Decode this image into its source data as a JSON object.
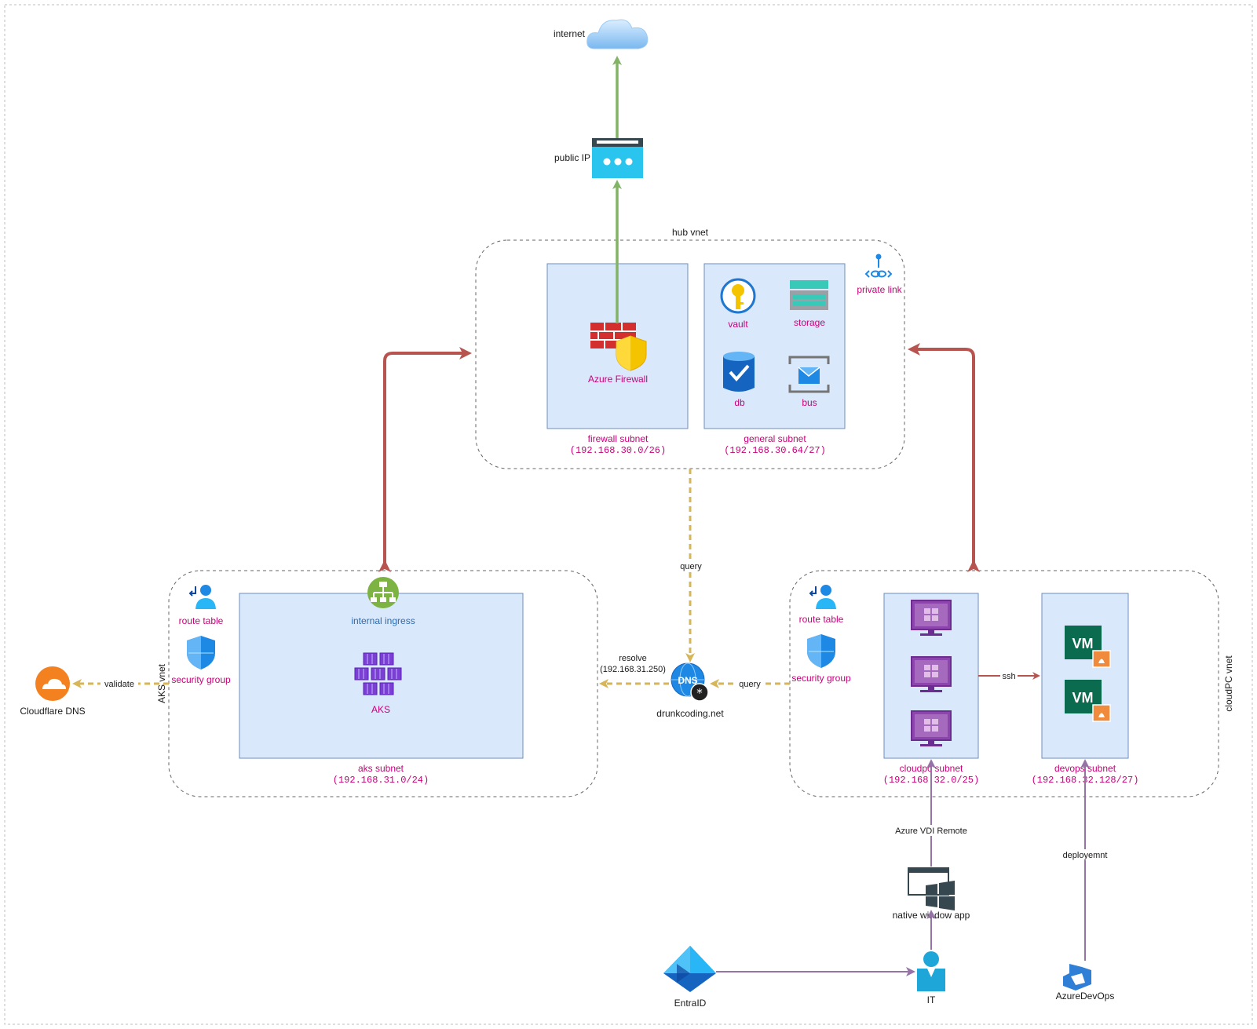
{
  "nodes": {
    "internet": "internet",
    "public_ip": "public IP",
    "hub_vnet": "hub vnet",
    "azure_firewall": "Azure Firewall",
    "vault": "vault",
    "storage": "storage",
    "db": "db",
    "bus": "bus",
    "private_link": "private link",
    "firewall_subnet": "firewall subnet",
    "firewall_subnet_cidr": "(192.168.30.0/26)",
    "general_subnet": "general subnet",
    "general_subnet_cidr": "(192.168.30.64/27)",
    "aks_vnet": "AKS vnet",
    "aks_route_table": "route table",
    "aks_security_group": "security group",
    "internal_ingress": "internal ingress",
    "aks": "AKS",
    "aks_subnet": "aks subnet",
    "aks_subnet_cidr": "(192.168.31.0/24)",
    "cloudflare_dns": "Cloudflare DNS",
    "dns_zone": "drunkcoding.net",
    "cloudpc_vnet": "cloudPC vnet",
    "cpc_route_table": "route table",
    "cpc_security_group": "security group",
    "cloudpc_subnet": "cloudpc subnet",
    "cloudpc_subnet_cidr": "(192.168.32.0/25)",
    "devops_subnet": "devops subnet",
    "devops_subnet_cidr": "(192.168.32.128/27)",
    "vm_label": "VM",
    "native_app": "native window app",
    "entra_id": "EntraID",
    "it": "IT",
    "azure_devops": "AzureDevOps"
  },
  "edges": {
    "query_hub": "query",
    "resolve_1": "resolve",
    "resolve_2": "(192.168.31.250)",
    "query_cpc": "query",
    "validate": "validate",
    "ssh": "ssh",
    "vdi": "Azure VDI Remote",
    "deployment": "deployemnt"
  },
  "colors": {
    "red_arrow": "#b85450",
    "green_arrow": "#82b366",
    "dashed_gold": "#d6b656",
    "purple_arrow": "#9673a6",
    "subnet_fill": "#dae8fc",
    "subnet_stroke": "#6c8ebf",
    "label_pink": "#c8007a"
  }
}
